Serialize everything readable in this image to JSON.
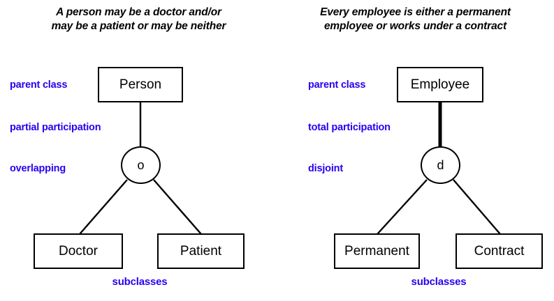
{
  "diagram": {
    "kind": "er-specialization",
    "stroke_color": "#000000",
    "annotation_color": "#2a00f0",
    "background": "#ffffff"
  },
  "panels": [
    {
      "id": "person-hierarchy",
      "caption": "A person may be a doctor and/or\nmay be a patient or may be neither",
      "parent": {
        "label": "Person"
      },
      "specialization_symbol": {
        "glyph": "o",
        "meaning": "overlapping"
      },
      "participation": {
        "type": "partial",
        "line_style": "single-thin"
      },
      "children": [
        {
          "label": "Doctor"
        },
        {
          "label": "Patient"
        }
      ],
      "annotations": {
        "parent_class": "parent class",
        "participation": "partial participation",
        "constraint": "overlapping",
        "subclasses": "subclasses"
      }
    },
    {
      "id": "employee-hierarchy",
      "caption": "Every employee is either a permanent\nemployee or works under a contract",
      "parent": {
        "label": "Employee"
      },
      "specialization_symbol": {
        "glyph": "d",
        "meaning": "disjoint"
      },
      "participation": {
        "type": "total",
        "line_style": "double-thick"
      },
      "children": [
        {
          "label": "Permanent"
        },
        {
          "label": "Contract"
        }
      ],
      "annotations": {
        "parent_class": "parent class",
        "participation": "total participation",
        "constraint": "disjoint",
        "subclasses": "subclasses"
      }
    }
  ]
}
